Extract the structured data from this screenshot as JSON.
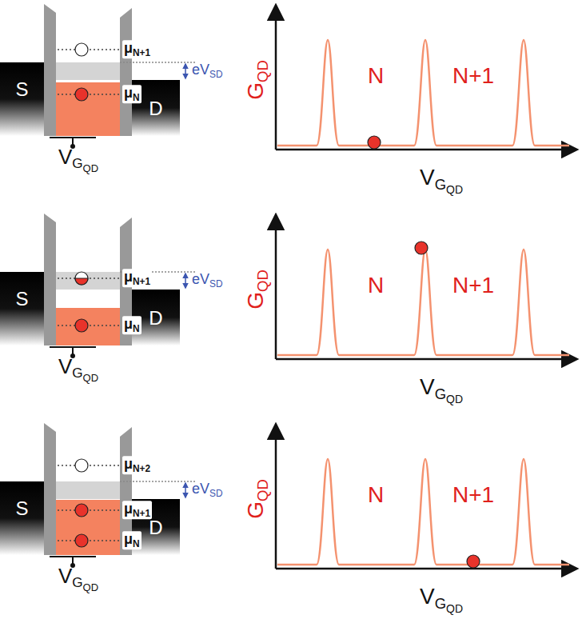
{
  "diagram": {
    "nodes": [
      {
        "text": [
          "S"
        ]
      },
      {
        "text": [
          "D"
        ]
      },
      {
        "text": [
          "S"
        ]
      },
      {
        "text": [
          "D"
        ]
      },
      {
        "text": [
          "S"
        ]
      },
      {
        "text": [
          "D"
        ]
      }
    ],
    "labels": [
      "μ",
      "N+1",
      "μ",
      "N",
      "eV",
      "SD",
      "V",
      "G",
      "QD",
      "G",
      "QD",
      "N",
      "N+1",
      "V",
      "G",
      "QD",
      "μ",
      "N+1",
      "μ",
      "N",
      "eV",
      "SD",
      "V",
      "G",
      "QD",
      "G",
      "QD",
      "N",
      "N+1",
      "V",
      "G",
      "QD",
      "μ",
      "N+2",
      "μ",
      "N+1",
      "μ",
      "N",
      "eV",
      "SD",
      "V",
      "G",
      "QD",
      "G",
      "QD",
      "N",
      "N+1",
      "V",
      "G",
      "QD"
    ]
  }
}
